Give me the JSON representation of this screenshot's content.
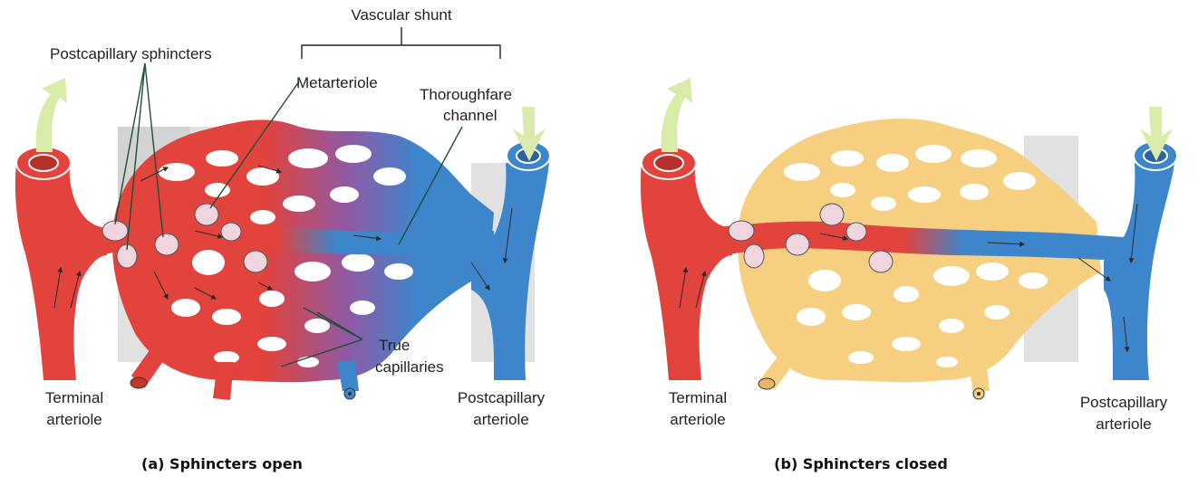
{
  "colors": {
    "arterial_red": "#e2433d",
    "venous_blue": "#3d86cc",
    "closed_capillary_yellow": "#f6cf80",
    "flow_arrow_green": "#d8eba8",
    "sphincter_pink": "#f0d5df",
    "leader_line_green": "#1e4f37"
  },
  "panel_a": {
    "labels": {
      "vascular_shunt": "Vascular shunt",
      "postcapillary_sphincters": "Postcapillary sphincters",
      "metarteriole": "Metarteriole",
      "thoroughfare_line1": "Thoroughfare",
      "thoroughfare_line2": "channel",
      "true_capillaries_line1": "True",
      "true_capillaries_line2": "capillaries",
      "terminal_line1": "Terminal",
      "terminal_line2": "arteriole",
      "postcapillary_line1": "Postcapillary",
      "postcapillary_line2": "arteriole"
    },
    "caption": "(a) Sphincters open"
  },
  "panel_b": {
    "labels": {
      "terminal_line1": "Terminal",
      "terminal_line2": "arteriole",
      "postcapillary_line1": "Postcapillary",
      "postcapillary_line2": "arteriole"
    },
    "caption": "(b) Sphincters closed"
  }
}
